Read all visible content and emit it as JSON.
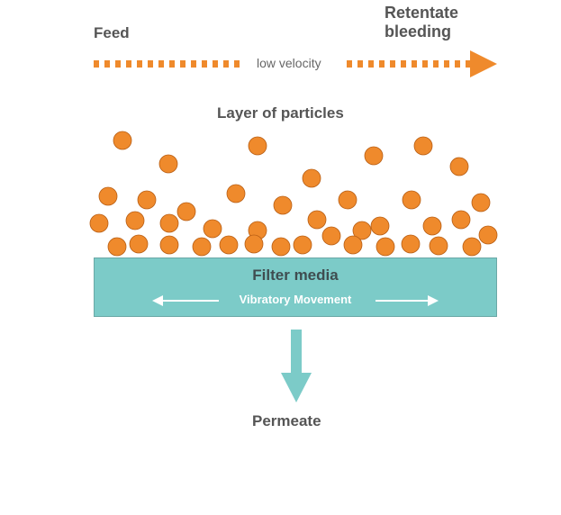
{
  "labels": {
    "feed": "Feed",
    "retentate": "Retentate\nbleeding",
    "velocity": "low velocity",
    "layer": "Layer of particles",
    "filter": "Filter media",
    "vibration": "Vibratory Movement",
    "permeate": "Permeate"
  },
  "colors": {
    "particle": "#ef8a2c",
    "particle_outline": "#b85e14",
    "filter": "#7ccbc8",
    "flow_arrow": "#ef8a2c"
  },
  "icons": {
    "flow_arrow": "arrow-right-icon",
    "vibration_arrows": "double-headed-arrow-icon",
    "permeate_arrow": "arrow-down-icon"
  }
}
